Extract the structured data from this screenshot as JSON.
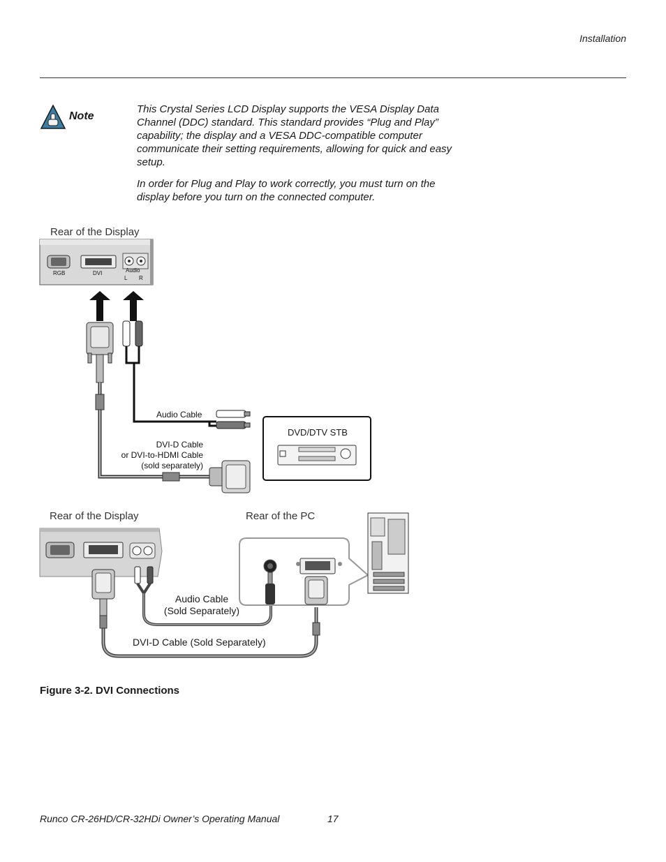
{
  "header": {
    "section": "Installation"
  },
  "note": {
    "label": "Note",
    "paragraphs": [
      "This Crystal Series LCD Display supports the VESA Display Data Channel (DDC) standard. This standard provides “Plug and Play” capability; the display and a VESA DDC-compatible computer communicate their setting requirements, allowing for quick and easy setup.",
      "In order for Plug and Play to work correctly, you must turn on the display before you turn on the connected computer."
    ]
  },
  "figure_top": {
    "rear_label": "Rear of the Display",
    "port_rgb": "RGB",
    "port_dvi": "DVI",
    "port_audio": "Audio",
    "port_l": "L",
    "port_r": "R",
    "audio_cable": "Audio Cable",
    "dvi_line1": "DVI-D Cable",
    "dvi_line2": "or DVI-to-HDMI Cable",
    "dvi_line3": "(sold separately)",
    "device": "DVD/DTV STB"
  },
  "figure_bottom": {
    "rear_display": "Rear of the Display",
    "rear_pc": "Rear of the PC",
    "audio_line1": "Audio Cable",
    "audio_line2": "(Sold Separately)",
    "dvi_cable": "DVI-D Cable (Sold Separately)"
  },
  "caption": "Figure 3-2. DVI Connections",
  "footer": {
    "manual": "Runco CR-26HD/CR-32HDi Owner’s Operating Manual",
    "page": "17"
  }
}
